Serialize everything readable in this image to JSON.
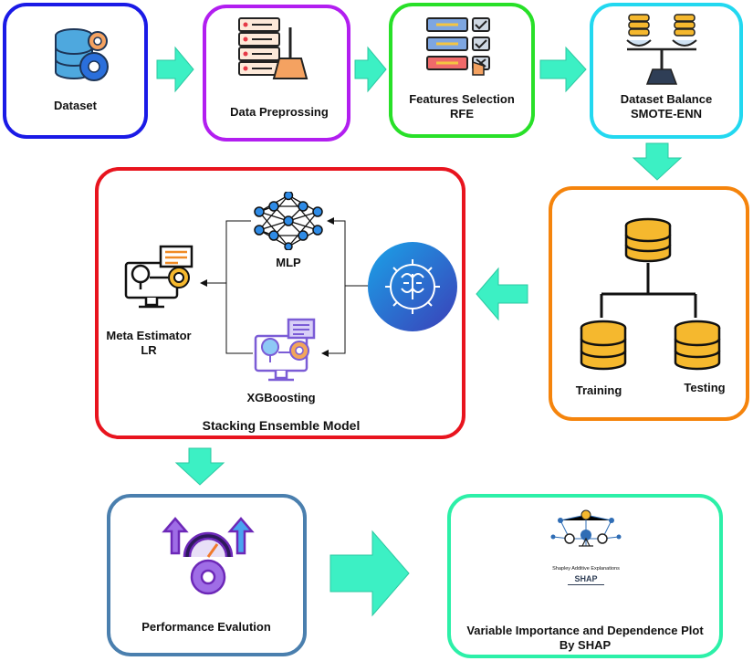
{
  "steps": {
    "dataset": {
      "label": "Dataset"
    },
    "preprocessing": {
      "label": "Data Preprossing"
    },
    "features": {
      "line1": "Features Selection",
      "line2": "RFE"
    },
    "balance": {
      "line1": "Dataset Balance",
      "line2": "SMOTE-ENN"
    },
    "split": {
      "training": "Training",
      "testing": "Testing"
    },
    "stacking": {
      "title": "Stacking Ensemble Model",
      "mlp": "MLP",
      "xgb": "XGBoosting",
      "meta_line1": "Meta Estimator",
      "meta_line2": "LR"
    },
    "performance": {
      "label": "Performance Evalution"
    },
    "shap": {
      "line1": "Variable Importance and Dependence Plot",
      "line2": "By SHAP",
      "logo_caption": "Shapley Additive Explanations",
      "logo_text": "SHAP"
    }
  },
  "colors": {
    "dataset_border": "#1a1ae6",
    "preprocessing_border": "#b21ef0",
    "features_border": "#28e028",
    "balance_border": "#22d8f0",
    "split_border": "#f5840c",
    "stacking_border": "#e8141e",
    "performance_border": "#4a7fae",
    "shap_border": "#2cf0a8",
    "arrow_fill": "#3cf0c4"
  }
}
